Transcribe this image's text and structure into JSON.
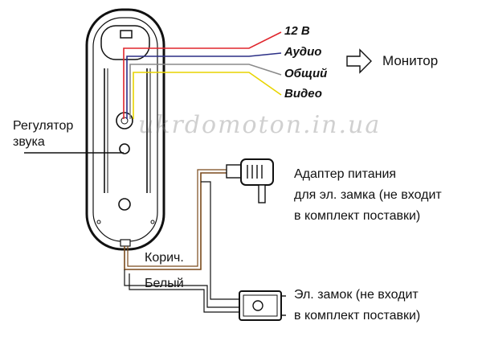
{
  "wire_labels": {
    "power": "12 В",
    "audio": "Аудио",
    "common": "Общий",
    "video": "Видео"
  },
  "monitor_label": "Монитор",
  "volume_label": {
    "line1": "Регулятор",
    "line2": "звука"
  },
  "adapter_note": {
    "line1": "Адаптер питания",
    "line2": "для эл. замка (не входит",
    "line3": "в комплект поставки)"
  },
  "lock_note": {
    "line1": "Эл. замок (не входит",
    "line2": "в комплект поставки)"
  },
  "lock_wire_labels": {
    "brown": "Корич.",
    "white": "Белый"
  },
  "watermark": "ukrdomoton.in.ua",
  "colors": {
    "power": "#e0262d",
    "audio": "#2b2f86",
    "common": "#8a8a8a",
    "video": "#e8d400",
    "brown": "#7a4a1c"
  }
}
